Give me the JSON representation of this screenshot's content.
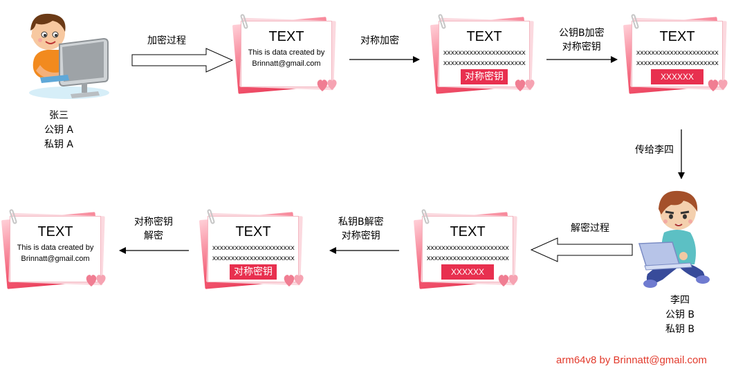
{
  "persons": {
    "sender": {
      "name": "张三",
      "public_key": "公钥 A",
      "private_key": "私钥 A"
    },
    "receiver": {
      "name": "李四",
      "public_key": "公钥 B",
      "private_key": "私钥 B"
    }
  },
  "arrows": {
    "encrypt_process": "加密过程",
    "symmetric_encrypt": "对称加密",
    "pubkey_b_encrypt_l1": "公钥B加密",
    "pubkey_b_encrypt_l2": "对称密钥",
    "send_to_lisi": "传给李四",
    "decrypt_process": "解密过程",
    "privkey_b_decrypt_l1": "私钥B解密",
    "privkey_b_decrypt_l2": "对称密钥",
    "symkey_decrypt_l1": "对称密钥",
    "symkey_decrypt_l2": "解密"
  },
  "cards": {
    "plain_top": {
      "title": "TEXT",
      "line1": "This is data created by",
      "line2": "Brinnatt@gmail.com"
    },
    "cipher_top": {
      "title": "TEXT",
      "line1": "xxxxxxxxxxxxxxxxxxxxxx",
      "line2": "xxxxxxxxxxxxxxxxxxxxxx",
      "badge": "对称密钥"
    },
    "cipher_locked_top": {
      "title": "TEXT",
      "line1": "xxxxxxxxxxxxxxxxxxxxxx",
      "line2": "xxxxxxxxxxxxxxxxxxxxxx",
      "badge": "XXXXXX"
    },
    "cipher_locked_bottom": {
      "title": "TEXT",
      "line1": "xxxxxxxxxxxxxxxxxxxxxx",
      "line2": "xxxxxxxxxxxxxxxxxxxxxx",
      "badge": "XXXXXX"
    },
    "cipher_bottom": {
      "title": "TEXT",
      "line1": "xxxxxxxxxxxxxxxxxxxxxx",
      "line2": "xxxxxxxxxxxxxxxxxxxxxx",
      "badge": "对称密钥"
    },
    "plain_bottom": {
      "title": "TEXT",
      "line1": "This is data created by",
      "line2": "Brinnatt@gmail.com"
    }
  },
  "credit": "arm64v8 by Brinnatt@gmail.com",
  "colors": {
    "badge": "#e8304f",
    "credit": "#e23a2c",
    "card_border": "#f2556e"
  }
}
